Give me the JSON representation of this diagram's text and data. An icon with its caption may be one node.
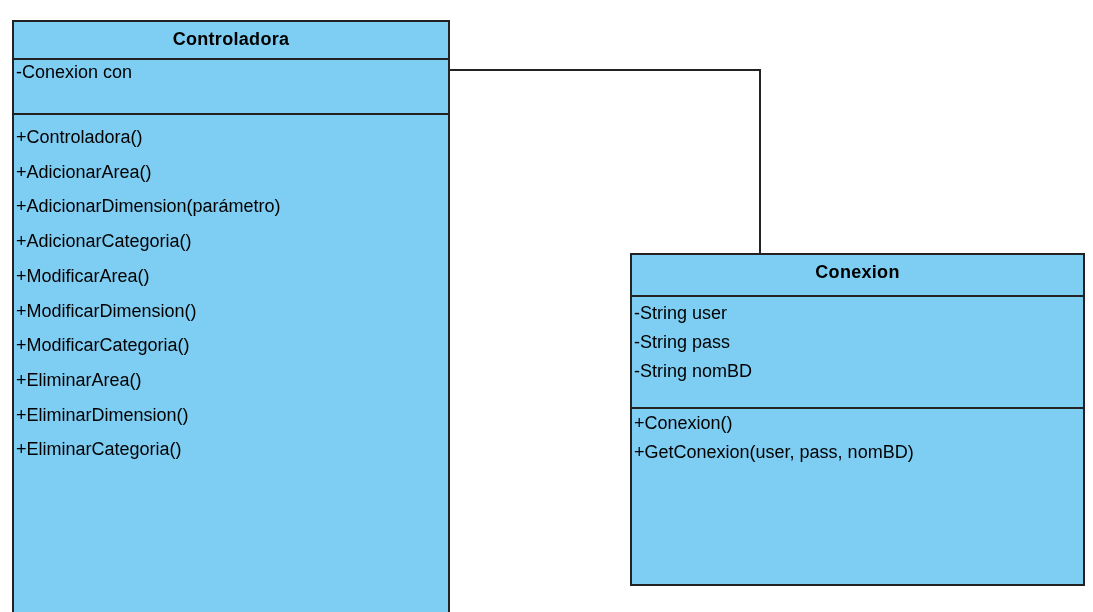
{
  "diagram": {
    "nodes": [
      {
        "text": [
          "Controladora"
        ]
      },
      {
        "text": [
          "-Conexion con"
        ],
        "in": 0
      },
      {
        "text": [
          "+Controladora()",
          "+AdicionarArea()",
          "+AdicionarDimension(parámetro)",
          "+AdicionarCategoria()",
          "+ModificarArea()",
          "+ModificarDimension()",
          "+ModificarCategoria()",
          "+EliminarArea()",
          "+EliminarDimension()",
          "+EliminarCategoria()"
        ],
        "in": 0
      },
      {
        "text": [
          "Conexion"
        ]
      },
      {
        "text": [
          "-String user",
          "-String pass",
          "-String nomBD"
        ],
        "in": 3
      },
      {
        "text": [
          "+Conexion()",
          "+GetConexion(user, pass, nomBD)"
        ],
        "in": 3
      }
    ],
    "edges": [
      {
        "from": 0,
        "to": 3,
        "arrow": "none"
      }
    ]
  }
}
